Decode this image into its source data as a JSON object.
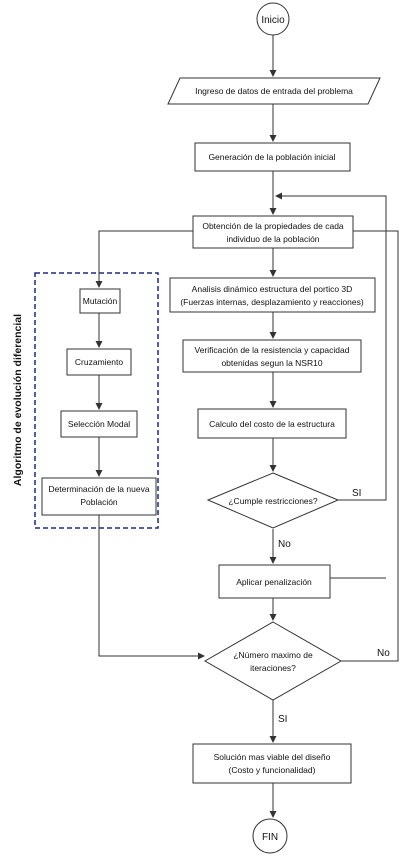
{
  "nodes": {
    "inicio": {
      "label": "Inicio"
    },
    "ingreso": {
      "label": "Ingreso de datos de entrada del problema"
    },
    "generacion": {
      "label": "Generación de la población inicial"
    },
    "obtencion": {
      "line1": "Obtención de la propiedades de cada",
      "line2": "individuo de la población"
    },
    "mutacion": {
      "label": "Mutación"
    },
    "cruzamiento": {
      "label": "Cruzamiento"
    },
    "seleccion": {
      "label": "Selección Modal"
    },
    "determinacion": {
      "line1": "Determinación de la nueva",
      "line2": "Población"
    },
    "analisis": {
      "line1": "Analisis dinámico estructura del portico 3D",
      "line2": "(Fuerzas internas, desplazamiento y reacciones)"
    },
    "verificacion": {
      "line1": "Verificación de la resistencia y capacidad",
      "line2": "obtenidas segun la NSR10"
    },
    "calculo": {
      "label": "Calculo del costo de la estructura"
    },
    "cumple": {
      "label": "¿Cumple restricciones?"
    },
    "penalizacion": {
      "label": "Aplicar penalización"
    },
    "iteraciones": {
      "line1": "¿Número maximo de",
      "line2": "iteraciones?"
    },
    "solucion": {
      "line1": "Solución mas viable del diseño",
      "line2": "(Costo y funcionalidad)"
    },
    "fin": {
      "label": "FIN"
    }
  },
  "edges": {
    "cumple_si": "SI",
    "cumple_no": "No",
    "iter_no": "No",
    "iter_si": "SI"
  },
  "group_label": "Algoritmo de evolución diferencial",
  "colors": {
    "line": "#333333",
    "group_border": "#1a2a8c",
    "fill": "#ffffff",
    "text": "#111111"
  }
}
